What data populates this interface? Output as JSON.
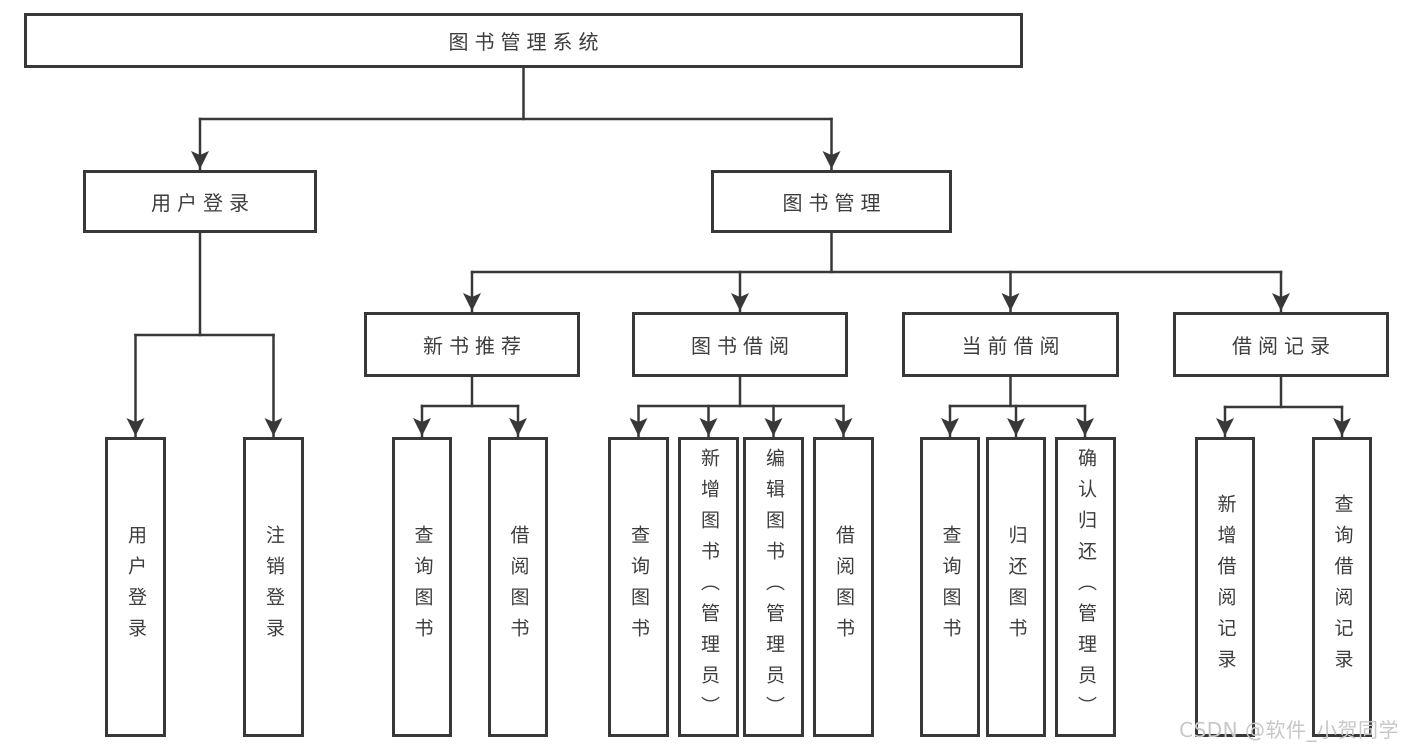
{
  "root": {
    "label": "图书管理系统",
    "children": [
      {
        "label": "用户登录",
        "children": [
          {
            "label": "用户登录"
          },
          {
            "label": "注销登录"
          }
        ]
      },
      {
        "label": "图书管理",
        "children": [
          {
            "label": "新书推荐",
            "children": [
              {
                "label": "查询图书"
              },
              {
                "label": "借阅图书"
              }
            ]
          },
          {
            "label": "图书借阅",
            "children": [
              {
                "label": "查询图书"
              },
              {
                "label": "新增图书（管理员）"
              },
              {
                "label": "编辑图书（管理员）"
              },
              {
                "label": "借阅图书"
              }
            ]
          },
          {
            "label": "当前借阅",
            "children": [
              {
                "label": "查询图书"
              },
              {
                "label": "归还图书"
              },
              {
                "label": "确认归还（管理员）"
              }
            ]
          },
          {
            "label": "借阅记录",
            "children": [
              {
                "label": "新增借阅记录"
              },
              {
                "label": "查询借阅记录"
              }
            ]
          }
        ]
      }
    ]
  },
  "watermark": {
    "text": "CSDN @软件_小贺同学"
  },
  "colors": {
    "line": "#383838",
    "box_border": "#383838",
    "text": "#3d3d3d",
    "watermark": "#c7c7c7",
    "background": "#ffffff"
  }
}
